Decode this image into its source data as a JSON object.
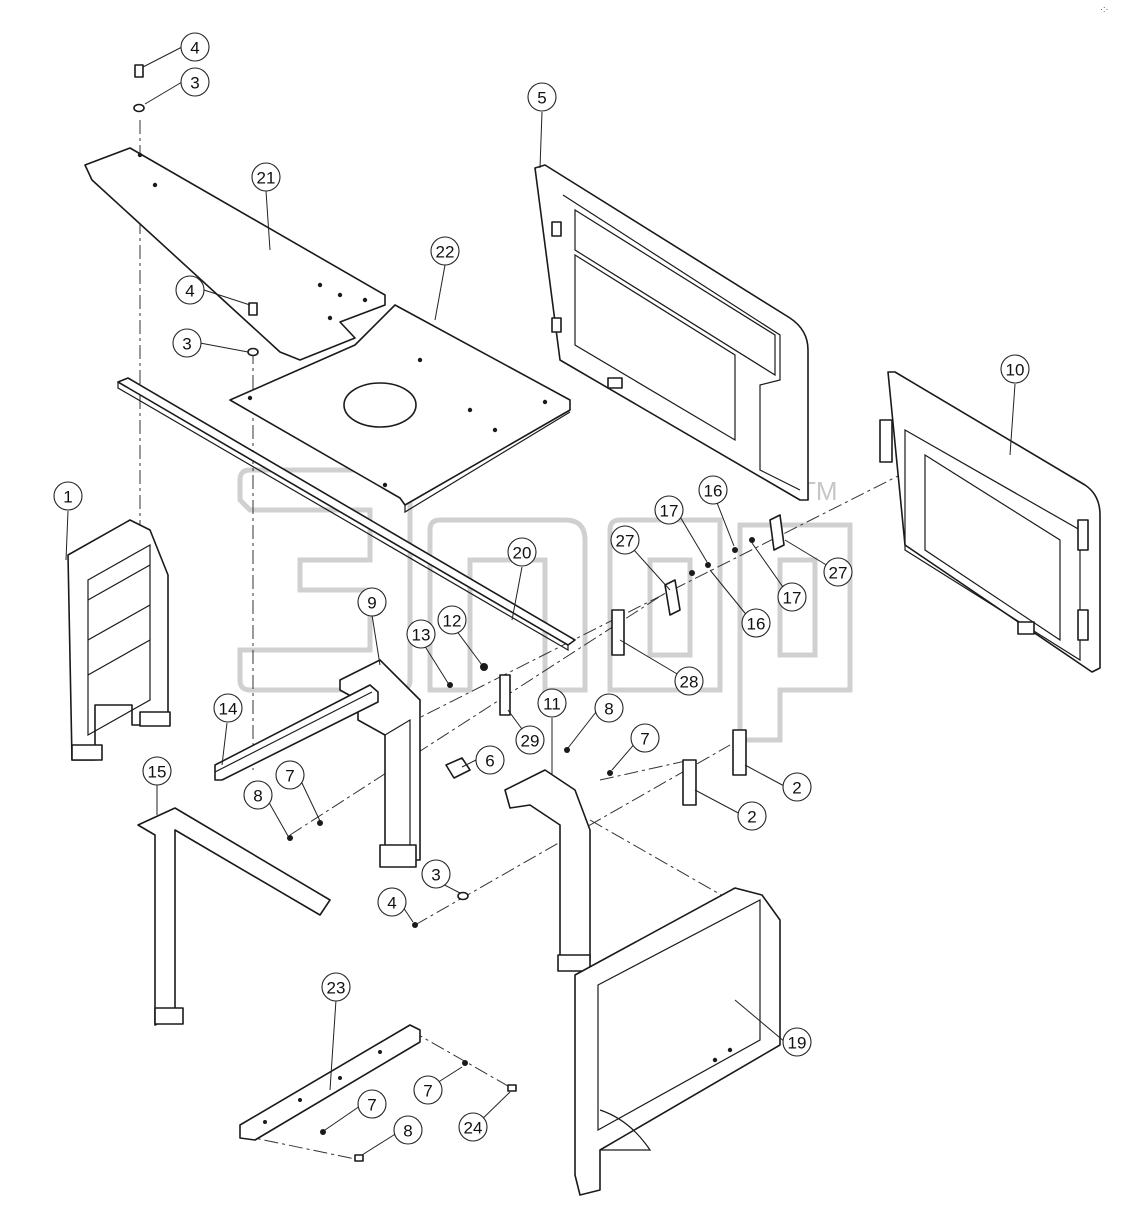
{
  "diagram": {
    "watermark_mark": "TM",
    "callouts": [
      {
        "id": "c1",
        "label": "1"
      },
      {
        "id": "c2a",
        "label": "2"
      },
      {
        "id": "c2b",
        "label": "2"
      },
      {
        "id": "c3a",
        "label": "3"
      },
      {
        "id": "c3b",
        "label": "3"
      },
      {
        "id": "c3c",
        "label": "3"
      },
      {
        "id": "c4a",
        "label": "4"
      },
      {
        "id": "c4b",
        "label": "4"
      },
      {
        "id": "c4c",
        "label": "4"
      },
      {
        "id": "c5",
        "label": "5"
      },
      {
        "id": "c6",
        "label": "6"
      },
      {
        "id": "c7a",
        "label": "7"
      },
      {
        "id": "c7b",
        "label": "7"
      },
      {
        "id": "c7c",
        "label": "7"
      },
      {
        "id": "c7d",
        "label": "7"
      },
      {
        "id": "c8a",
        "label": "8"
      },
      {
        "id": "c8b",
        "label": "8"
      },
      {
        "id": "c8c",
        "label": "8"
      },
      {
        "id": "c9",
        "label": "9"
      },
      {
        "id": "c10",
        "label": "10"
      },
      {
        "id": "c11",
        "label": "11"
      },
      {
        "id": "c12",
        "label": "12"
      },
      {
        "id": "c13",
        "label": "13"
      },
      {
        "id": "c14",
        "label": "14"
      },
      {
        "id": "c15",
        "label": "15"
      },
      {
        "id": "c16a",
        "label": "16"
      },
      {
        "id": "c16b",
        "label": "16"
      },
      {
        "id": "c17a",
        "label": "17"
      },
      {
        "id": "c17b",
        "label": "17"
      },
      {
        "id": "c19",
        "label": "19"
      },
      {
        "id": "c20",
        "label": "20"
      },
      {
        "id": "c21",
        "label": "21"
      },
      {
        "id": "c22",
        "label": "22"
      },
      {
        "id": "c23",
        "label": "23"
      },
      {
        "id": "c24",
        "label": "24"
      },
      {
        "id": "c27a",
        "label": "27"
      },
      {
        "id": "c27b",
        "label": "27"
      },
      {
        "id": "c28",
        "label": "28"
      },
      {
        "id": "c29",
        "label": "29"
      }
    ]
  }
}
